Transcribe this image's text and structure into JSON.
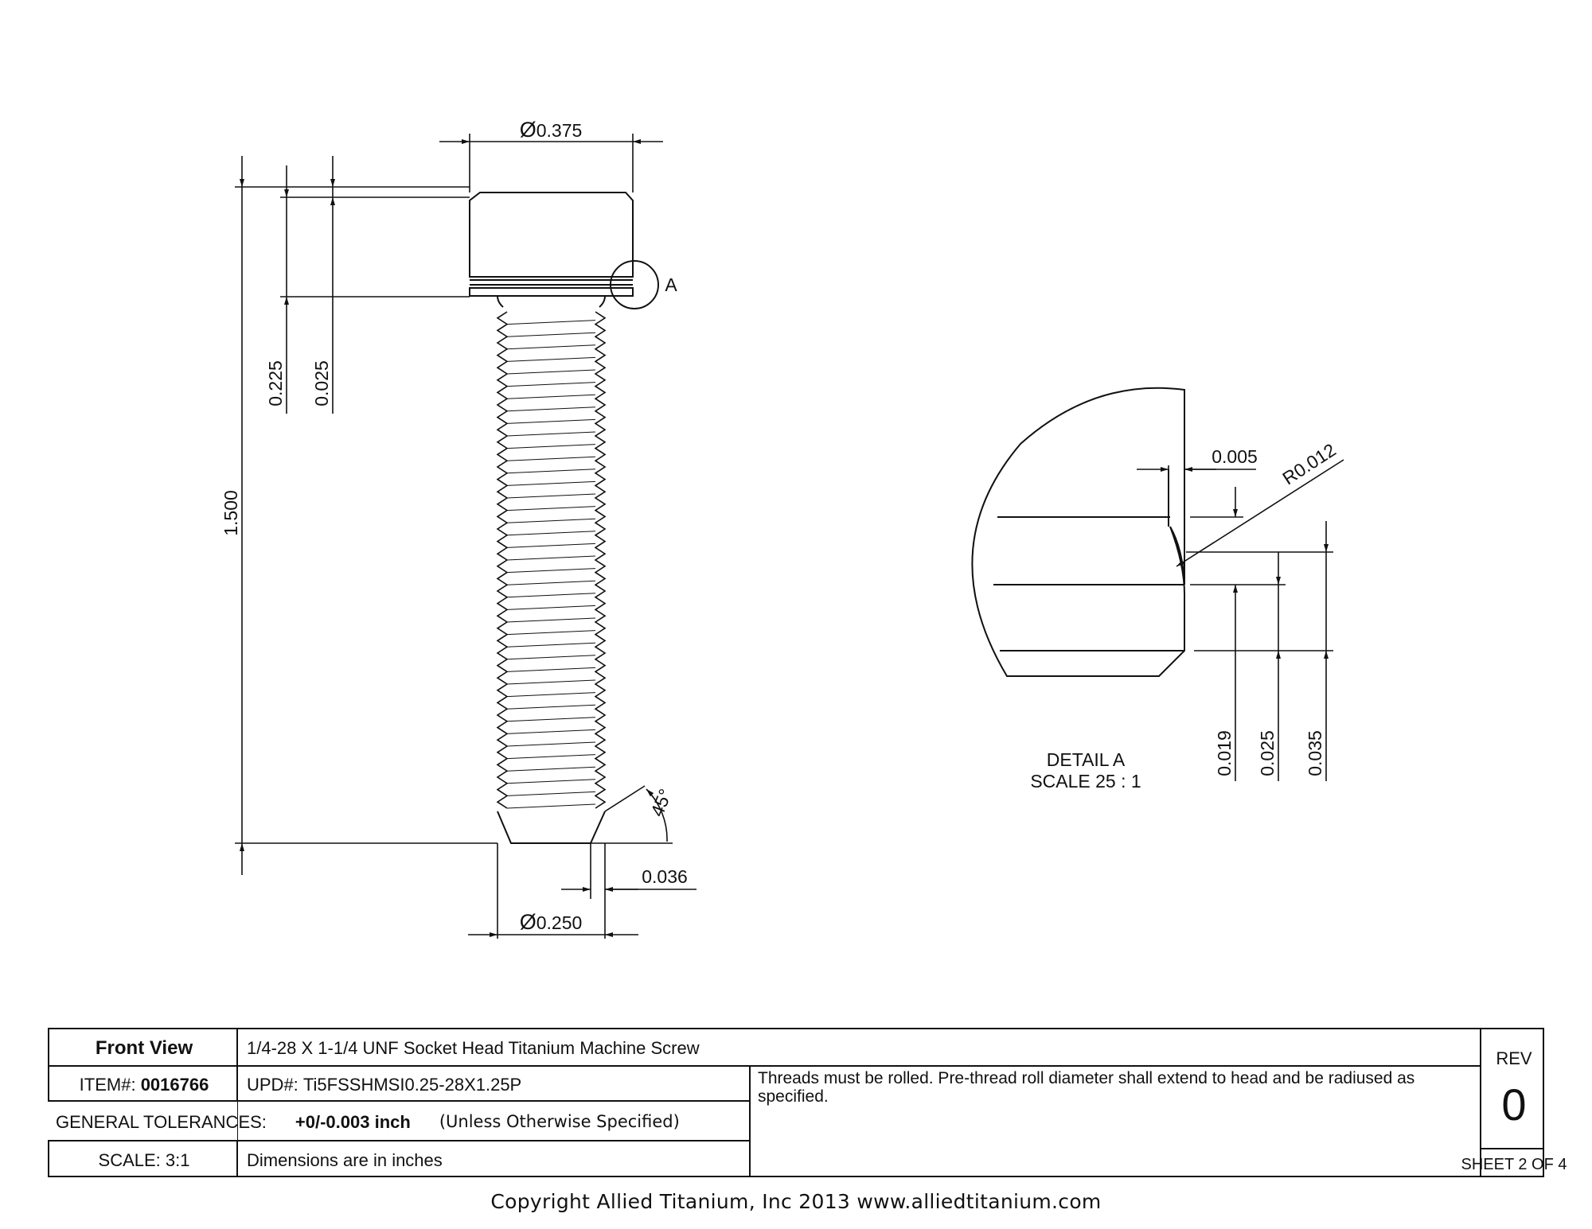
{
  "main_view": {
    "head_diameter": "0.375",
    "shank_diameter": "0.250",
    "overall_length": "1.500",
    "head_height": "0.225",
    "groove_width": "0.025",
    "chamfer_width": "0.036",
    "chamfer_angle": "45°",
    "detail_callout": "A",
    "diameter_symbol": "Ø"
  },
  "detail_a": {
    "title": "DETAIL A",
    "scale": "SCALE 25 : 1",
    "depth": "0.005",
    "radius": "R0.012",
    "dim_1": "0.019",
    "dim_2": "0.025",
    "dim_3": "0.035"
  },
  "title_block": {
    "view": "Front View",
    "description": "1/4-28 X 1-1/4 UNF Socket Head Titanium Machine Screw",
    "item_label": "ITEM#:",
    "item_number": "0016766",
    "upd_label": "UPD#:",
    "upd_number": "Ti5FSSHMSI0.25-28X1.25P",
    "notes": "Threads must be rolled. Pre-thread roll diameter shall extend to head and be radiused as specified.",
    "tolerances_label": "GENERAL TOLERANCES:",
    "tolerances_value": "+0/-0.003 inch",
    "tolerances_note": "(Unless Otherwise Specified)",
    "scale": "SCALE: 3:1",
    "units": "Dimensions are in inches",
    "rev_label": "REV",
    "rev_value": "0",
    "sheet": "SHEET 2 OF 4"
  },
  "copyright": "Copyright Allied Titanium, Inc 2013 www.alliedtitanium.com"
}
